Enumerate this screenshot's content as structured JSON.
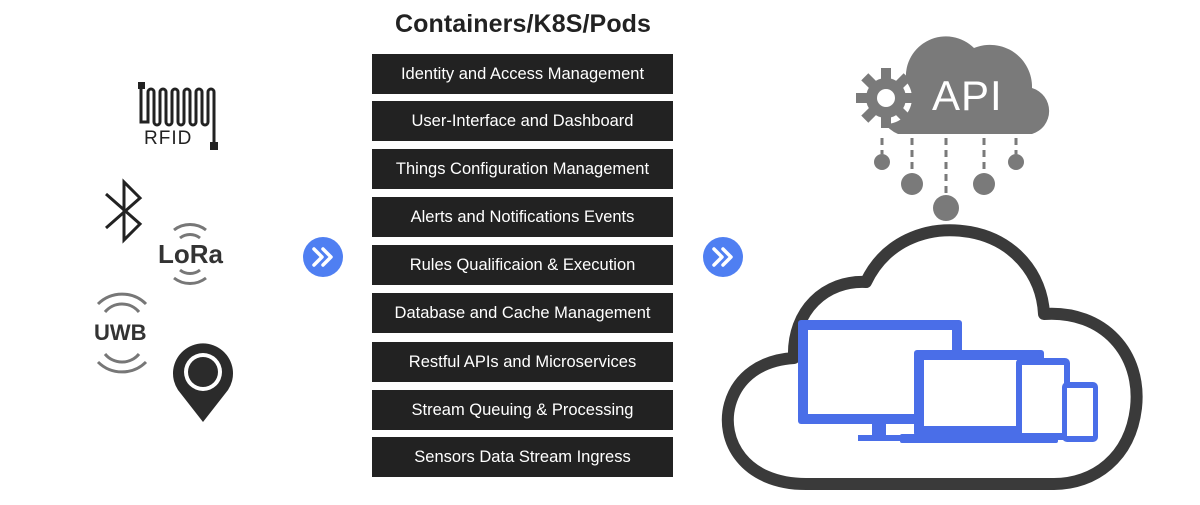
{
  "stack": {
    "title": "Containers/K8S/Pods",
    "services": [
      "Identity and Access  Management",
      "User-Interface and Dashboard",
      "Things Configuration Management",
      "Alerts and Notifications Events",
      "Rules Qualificaion & Execution",
      "Database and Cache Management",
      "Restful APIs and Microservices",
      "Stream Queuing & Processing",
      "Sensors Data Stream Ingress"
    ]
  },
  "left_icons": {
    "rfid_label": "RFID",
    "lora_label": "LoRa",
    "uwb_label": "UWB"
  },
  "api_cloud": {
    "label": "API"
  },
  "colors": {
    "box_bg": "#222222",
    "box_text": "#ffffff",
    "arrow_blue": "#4f7ff2",
    "device_blue": "#4a6ee8",
    "icon_gray": "#777777",
    "cloud_outline": "#3a3a3a"
  }
}
